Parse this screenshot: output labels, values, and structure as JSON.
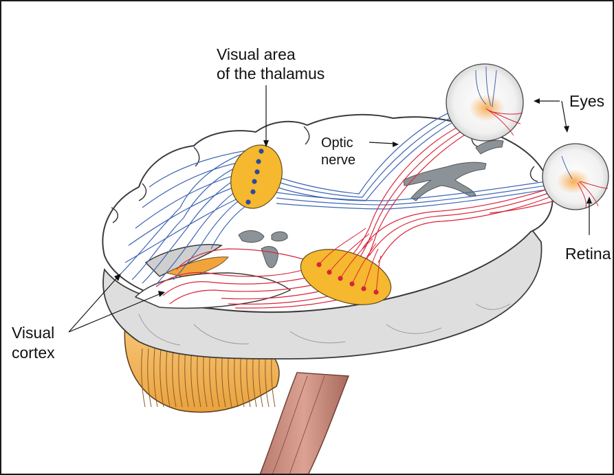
{
  "labels": {
    "thalamus_line1": "Visual area",
    "thalamus_line2": "of the thalamus",
    "eyes": "Eyes",
    "optic_line1": "Optic",
    "optic_line2": "nerve",
    "retina": "Retina",
    "cortex_line1": "Visual",
    "cortex_line2": "cortex"
  },
  "colors": {
    "frame": "#1a1a1a",
    "brain_fill": "#ffffff",
    "brain_outline": "#3a3a3a",
    "brain_side": "#dedede",
    "cerebellum": "#f2b35a",
    "brainstem": "#c98a7c",
    "thalamus_fill": "#f5b82e",
    "blue_fibers": "#3d64b4",
    "red_fibers": "#d8253a",
    "ventricle": "#8c9398",
    "eye_glow": "#f7b163"
  }
}
